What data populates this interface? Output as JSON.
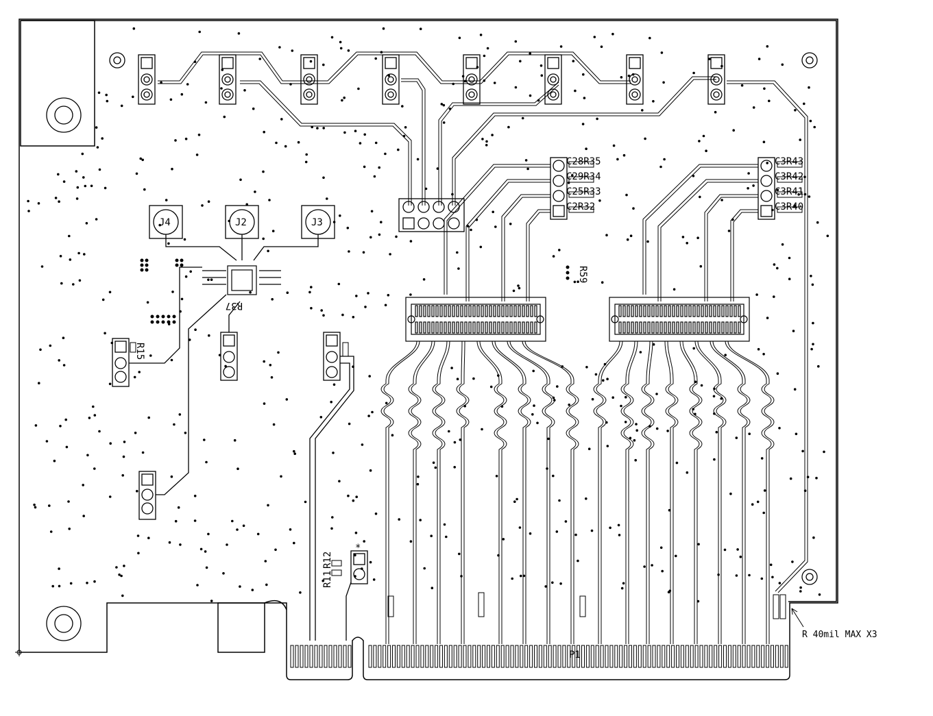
{
  "annotation": {
    "text": "R 40mil MAX X3"
  },
  "labels": {
    "J4": "J4",
    "J2": "J2",
    "J3": "J3",
    "C28R35": "C28R35",
    "C29R34": "C29R34",
    "C25R33": "C25R33",
    "C2R32": "C2R32",
    "C3R43": "C3R43",
    "C3R42": "C3R42",
    "C3R41": "C3R41",
    "C3R40": "C3R40",
    "R15": "R15",
    "R59": "R59",
    "R11": "R11",
    "R12": "R12",
    "R37": "R37",
    "P1": "P1",
    "star": "*"
  },
  "colors": {
    "ink": "#000000",
    "paper": "#ffffff"
  }
}
